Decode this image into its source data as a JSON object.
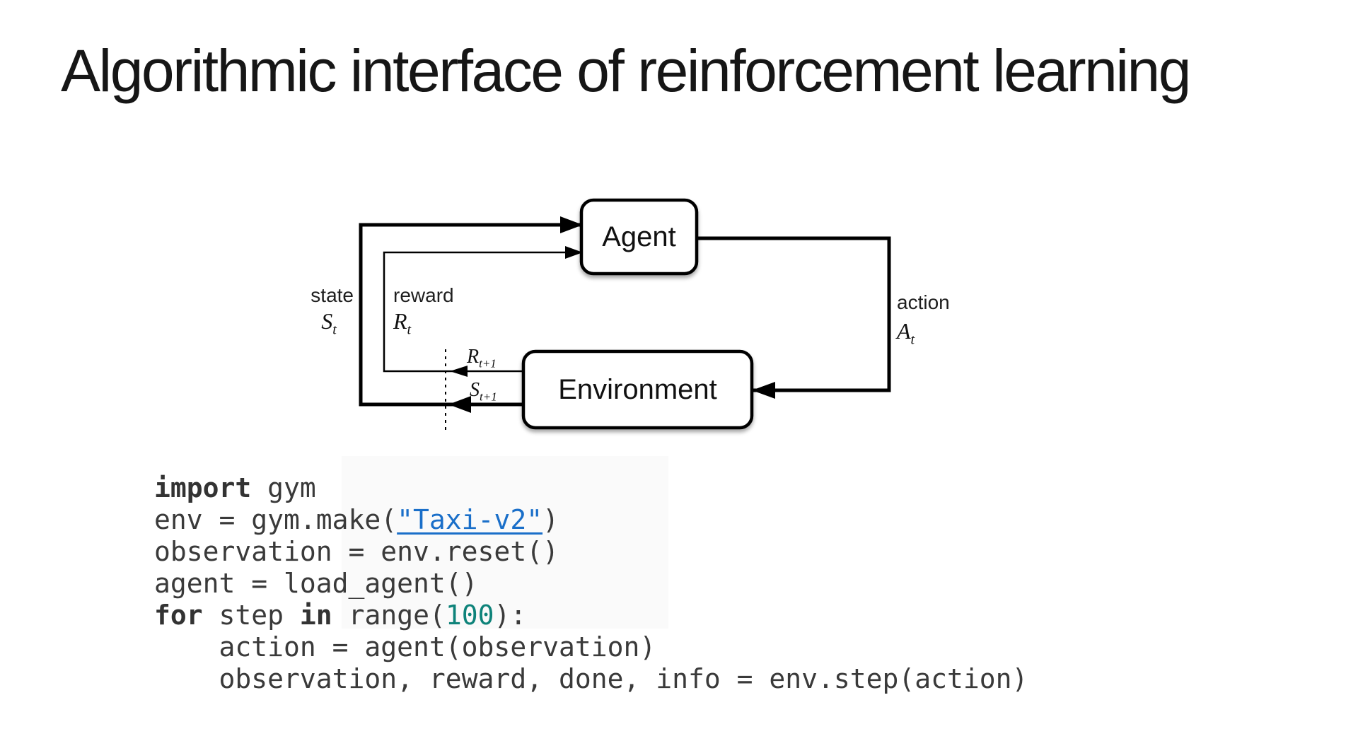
{
  "slide": {
    "title": "Algorithmic interface of reinforcement learning"
  },
  "diagram": {
    "agent_label": "Agent",
    "environment_label": "Environment",
    "state": {
      "word": "state",
      "symbol": "S",
      "sub": "t"
    },
    "reward": {
      "word": "reward",
      "symbol": "R",
      "sub": "t"
    },
    "action": {
      "word": "action",
      "symbol": "A",
      "sub": "t"
    },
    "next_reward": {
      "symbol": "R",
      "sub": "t+1"
    },
    "next_state": {
      "symbol": "S",
      "sub": "t+1"
    }
  },
  "code": {
    "lines": [
      {
        "segments": [
          {
            "t": "import",
            "c": "kw"
          },
          {
            "t": " gym",
            "c": "plain"
          }
        ]
      },
      {
        "segments": [
          {
            "t": "env = gym.make(",
            "c": "plain"
          },
          {
            "t": "\"Taxi-v2\"",
            "c": "str-link"
          },
          {
            "t": ")",
            "c": "plain"
          }
        ]
      },
      {
        "segments": [
          {
            "t": "observation = env.reset()",
            "c": "plain"
          }
        ]
      },
      {
        "segments": [
          {
            "t": "agent = load_agent()",
            "c": "plain"
          }
        ]
      },
      {
        "segments": [
          {
            "t": "for",
            "c": "kw"
          },
          {
            "t": " step ",
            "c": "plain"
          },
          {
            "t": "in",
            "c": "kw"
          },
          {
            "t": " range(",
            "c": "plain"
          },
          {
            "t": "100",
            "c": "num"
          },
          {
            "t": "):",
            "c": "plain"
          }
        ]
      },
      {
        "segments": [
          {
            "t": "    action = agent(observation)",
            "c": "plain"
          }
        ]
      },
      {
        "segments": [
          {
            "t": "    observation, reward, done, info = env.step(action)",
            "c": "plain"
          }
        ]
      }
    ]
  },
  "colors": {
    "line_black": "#000000",
    "code_text": "#3a3a3a",
    "link_blue": "#1a6fc9",
    "number_teal": "#0e837a",
    "title_text": "#161616"
  }
}
